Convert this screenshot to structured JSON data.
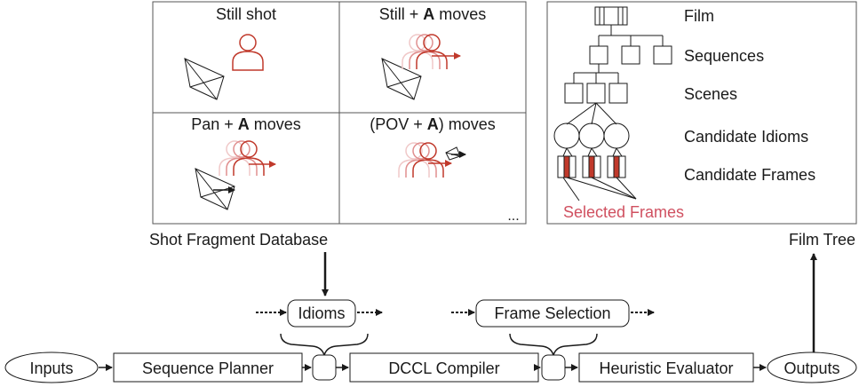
{
  "shot_grid": {
    "cells": [
      {
        "title": "Still shot"
      },
      {
        "title_pre": "Still + ",
        "title_bold": "A",
        "title_post": " moves"
      },
      {
        "title_pre": "Pan + ",
        "title_bold": "A",
        "title_post": " moves"
      },
      {
        "title_pre": "(POV + ",
        "title_bold": "A",
        "title_post": ") moves"
      }
    ],
    "ellipsis": "...",
    "caption": "Shot Fragment Database"
  },
  "film_tree": {
    "levels": [
      "Film",
      "Sequences",
      "Scenes",
      "Candidate Idioms",
      "Candidate Frames"
    ],
    "selected_label": "Selected Frames",
    "caption": "Film Tree"
  },
  "pipeline": {
    "inputs": "Inputs",
    "sequence_planner": "Sequence Planner",
    "compiler": "DCCL Compiler",
    "evaluator": "Heuristic Evaluator",
    "outputs": "Outputs",
    "idioms": "Idioms",
    "frame_selection": "Frame Selection"
  },
  "colors": {
    "actor": "#c0392b",
    "selected": "#d05060",
    "selected_fill": "#c0392b",
    "stroke": "#1a1a1a"
  }
}
